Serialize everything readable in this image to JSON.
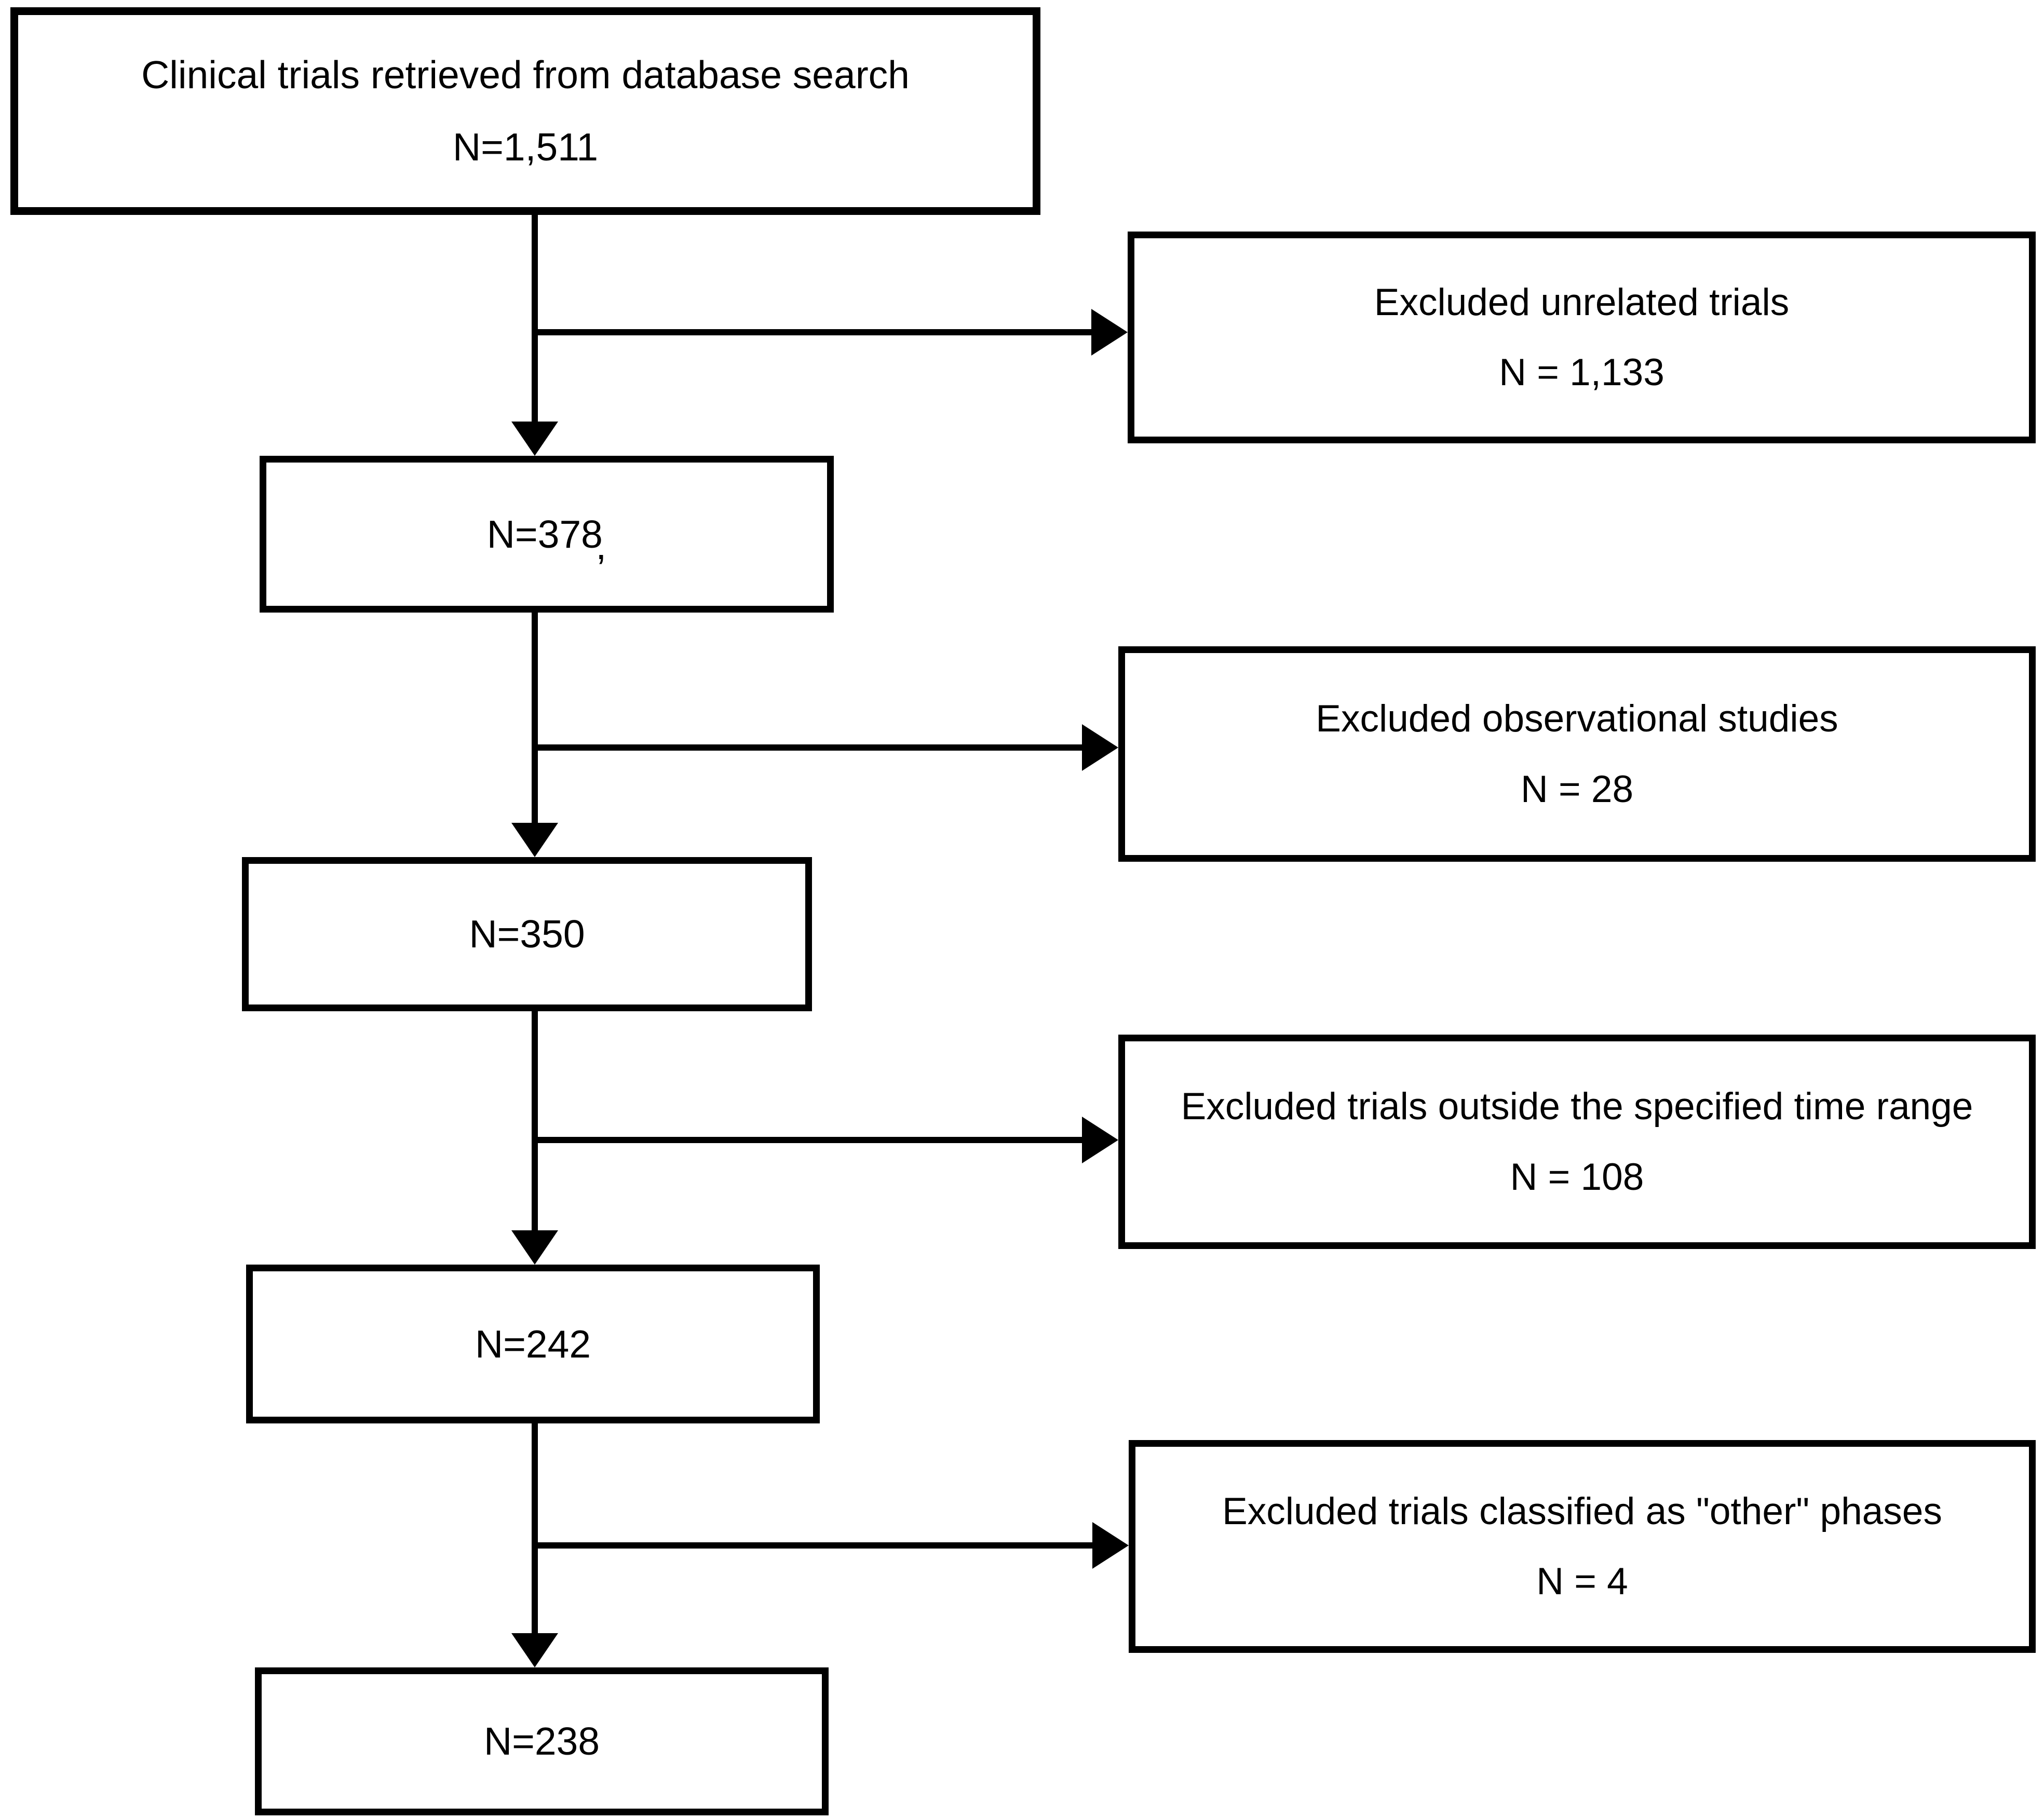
{
  "flowchart": {
    "main_boxes": [
      {
        "lines": [
          "Clinical trials retrieved from database search",
          "N=1,511"
        ]
      },
      {
        "label": "N=378",
        "stray_comma": ","
      },
      {
        "label": "N=350"
      },
      {
        "label": "N=242"
      },
      {
        "label": "N=238"
      }
    ],
    "exclusion_boxes": [
      {
        "lines": [
          "Excluded unrelated trials",
          "N = 1,133"
        ]
      },
      {
        "lines": [
          "Excluded observational studies",
          "N = 28"
        ]
      },
      {
        "lines": [
          "Excluded trials outside the specified time range",
          "N = 108"
        ]
      },
      {
        "lines": [
          "Excluded trials classified as \"other\" phases",
          "N = 4"
        ]
      }
    ],
    "colors": {
      "line": "#000000",
      "background": "#ffffff"
    }
  }
}
